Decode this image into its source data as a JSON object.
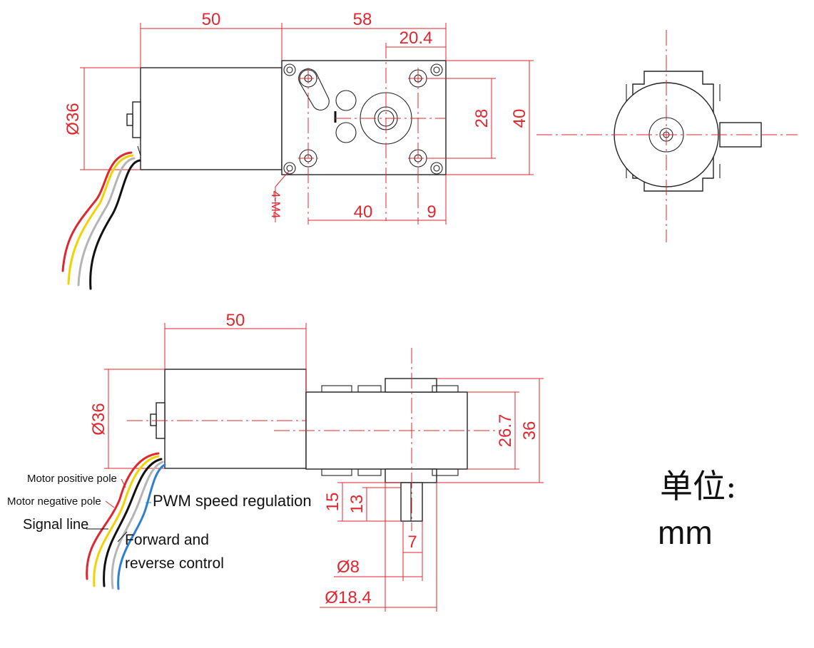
{
  "top_view": {
    "motor_length": "50",
    "gearbox_length": "58",
    "hole_offset": "20.4",
    "motor_diameter": "Ø36",
    "hole_spacing_v": "28",
    "gearbox_height": "40",
    "hole_spacing_h": "40",
    "edge_offset": "9",
    "screw_label": "4-M4"
  },
  "side_view": {
    "motor_length": "50",
    "motor_diameter": "Ø36",
    "gearbox_inner": "26.7",
    "gearbox_outer": "36",
    "shaft_len_total": "15",
    "shaft_len_flat": "13",
    "flat_width": "7",
    "shaft_diameter": "Ø8",
    "boss_diameter": "Ø18.4"
  },
  "wire_labels": {
    "positive": "Motor positive pole",
    "negative": "Motor negative pole",
    "signal": "Signal line",
    "pwm": "PWM speed regulation",
    "direction_line1": "Forward and",
    "direction_line2": "reverse control"
  },
  "units": {
    "label": "单位:",
    "value": "mm"
  },
  "colors": {
    "dimension": "#e0262e",
    "outline": "#222222",
    "wire_red": "#e0262e",
    "wire_yellow": "#f2d200",
    "wire_gray": "#b5b5b5",
    "wire_black": "#111111",
    "wire_blue": "#2f7fd0"
  }
}
